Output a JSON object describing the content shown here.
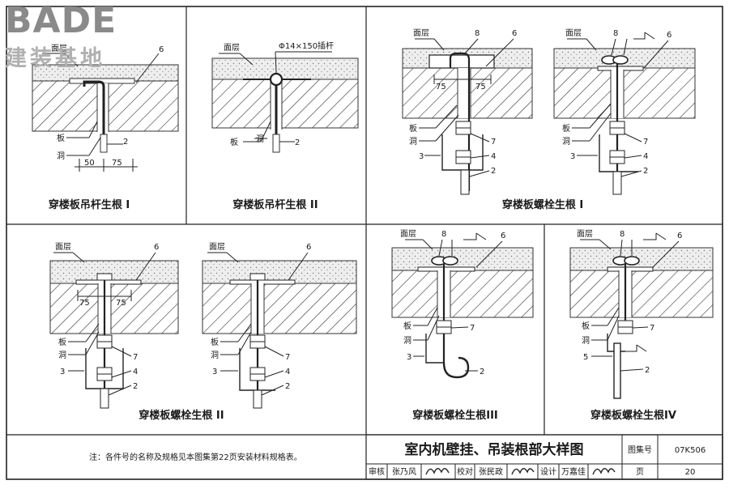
{
  "watermark": {
    "brand": "BADE",
    "subtitle": "建装基地"
  },
  "labels": {
    "surface": "面层",
    "slab": "板",
    "hole": "洞",
    "pin": "Φ14×150插杆",
    "d50": "50",
    "d75": "75"
  },
  "captions": {
    "p1": "穿楼板吊杆生根 I",
    "p2": "穿楼板吊杆生根 II",
    "p3": "穿楼板螺栓生根 I",
    "p4": "穿楼板螺栓生根 II",
    "p5": "穿楼板螺栓生根III",
    "p6": "穿楼板螺栓生根IV"
  },
  "note": "注：各件号的名称及规格见本图集第22页安装材料规格表。",
  "title_block": {
    "title": "室内机壁挂、吊装根部大样图",
    "atlas_label": "图集号",
    "atlas_no": "07K506",
    "review_label": "审核",
    "reviewer": "张乃风",
    "check_label": "校对",
    "checker": "张民政",
    "design_label": "设计",
    "designer": "万嘉佳",
    "page_label": "页",
    "page_no": "20"
  }
}
